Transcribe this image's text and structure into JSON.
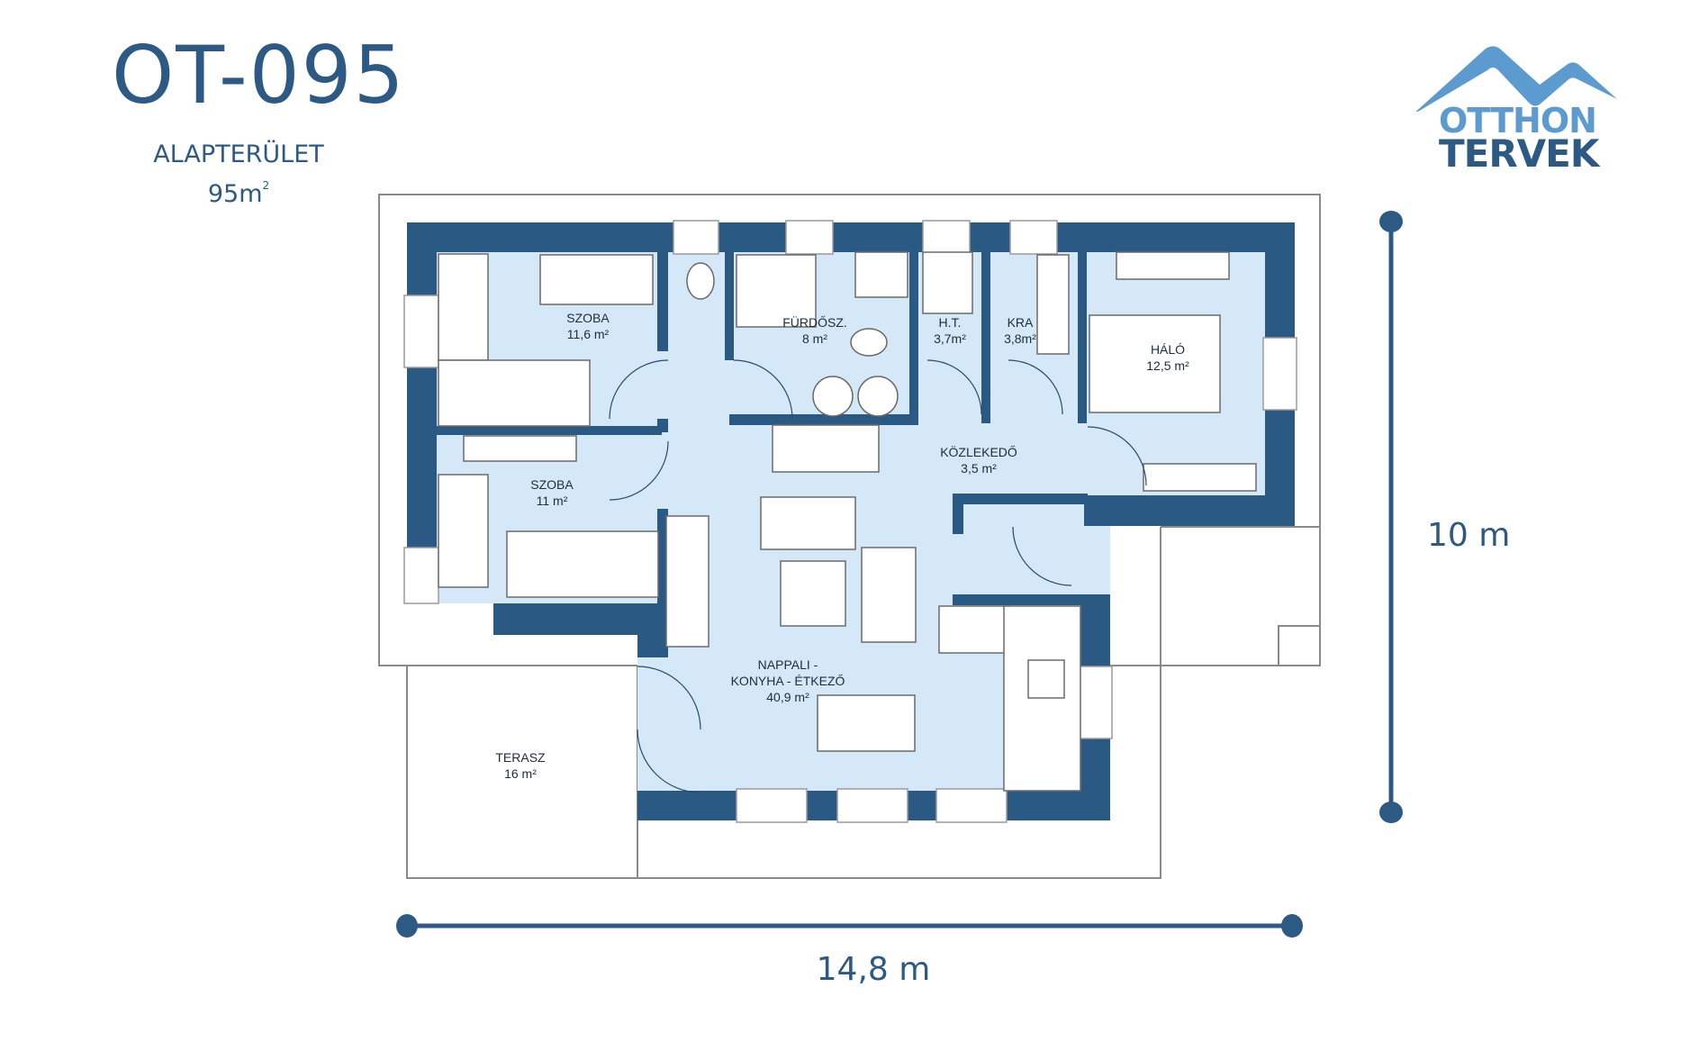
{
  "header": {
    "plan_code": "OT-095",
    "area_label": "ALAPTERÜLET",
    "area_value": "95m",
    "area_unit_sup": "2"
  },
  "logo": {
    "line1": "OTTHON",
    "line2": "TERVEK",
    "color_light": "#5b9bcf",
    "color_dark": "#2c5a84"
  },
  "colors": {
    "wall": "#2a5a84",
    "floor": "#d5e8f8",
    "outline": "#8a8a8a",
    "furniture": "#ffffff",
    "dimension": "#2c5a84"
  },
  "rooms": [
    {
      "name": "SZOBA",
      "area": "11,6 m²"
    },
    {
      "name": "FÜRDŐSZ.",
      "area": "8 m²"
    },
    {
      "name": "H.T.",
      "area": "3,7m²"
    },
    {
      "name": "KRA",
      "area": "3,8m²"
    },
    {
      "name": "HÁLÓ",
      "area": "12,5 m²"
    },
    {
      "name": "KÖZLEKEDŐ",
      "area": "3,5 m²"
    },
    {
      "name": "SZOBA",
      "area": "11 m²"
    },
    {
      "name": "NAPPALI -",
      "area_line2": "KONYHA - ÉTKEZŐ",
      "area": "40,9 m²"
    },
    {
      "name": "TERASZ",
      "area": "16 m²"
    }
  ],
  "dimensions": {
    "width": "14,8 m",
    "height": "10 m"
  }
}
